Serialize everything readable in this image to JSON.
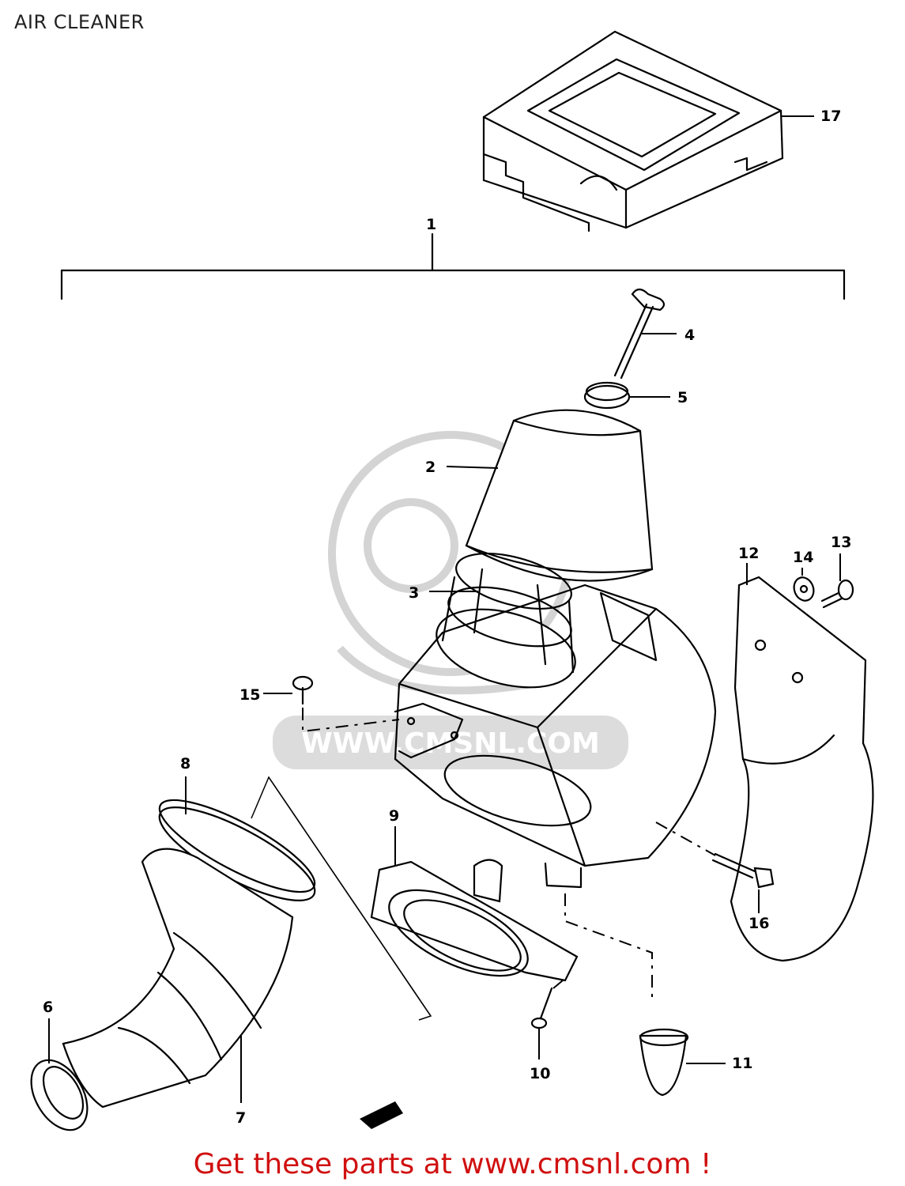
{
  "title": "AIR CLEANER",
  "watermark": "WWW.CMSNL.COM",
  "footer": "Get these parts at www.cmsnl.com !",
  "colors": {
    "footer_text": "#d01010",
    "line": "#000000",
    "watermark": "#d4d4d4"
  },
  "callouts": [
    {
      "id": "1",
      "label": "1"
    },
    {
      "id": "2",
      "label": "2"
    },
    {
      "id": "3",
      "label": "3"
    },
    {
      "id": "4",
      "label": "4"
    },
    {
      "id": "5",
      "label": "5"
    },
    {
      "id": "6",
      "label": "6"
    },
    {
      "id": "7",
      "label": "7"
    },
    {
      "id": "8",
      "label": "8"
    },
    {
      "id": "9",
      "label": "9"
    },
    {
      "id": "10",
      "label": "10"
    },
    {
      "id": "11",
      "label": "11"
    },
    {
      "id": "12",
      "label": "12"
    },
    {
      "id": "13",
      "label": "13"
    },
    {
      "id": "14",
      "label": "14"
    },
    {
      "id": "15",
      "label": "15"
    },
    {
      "id": "16",
      "label": "16"
    },
    {
      "id": "17",
      "label": "17"
    }
  ]
}
